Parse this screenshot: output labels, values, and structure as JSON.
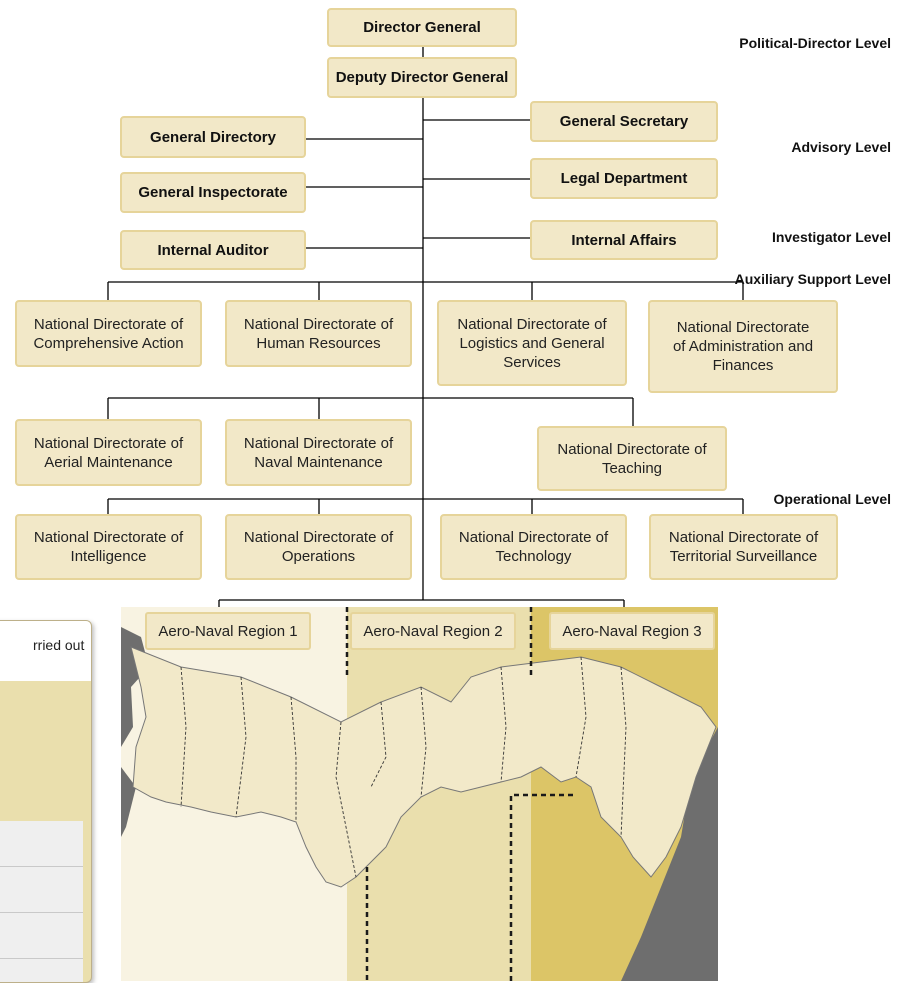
{
  "levels": {
    "political": "Political-Director Level",
    "advisory": "Advisory Level",
    "investigator": "Investigator Level",
    "auxiliary": "Auxiliary Support Level",
    "operational": "Operational Level"
  },
  "top": {
    "director": "Director General",
    "deputy": "Deputy Director General"
  },
  "left_units": {
    "general_directory": "General Directory",
    "general_inspectorate": "General Inspectorate",
    "internal_auditor": "Internal Auditor"
  },
  "right_units": {
    "general_secretary": "General Secretary",
    "legal_department": "Legal Department",
    "internal_affairs": "Internal Affairs"
  },
  "auxiliary": [
    [
      "National Directorate of",
      "Comprehensive Action"
    ],
    [
      "National Directorate of",
      "Human Resources"
    ],
    [
      "National Directorate of",
      "Logistics and General",
      "Services"
    ],
    [
      "National Directorate",
      "of Administration and",
      "Finances"
    ]
  ],
  "support": [
    [
      "National Directorate of",
      "Aerial Maintenance"
    ],
    [
      "National Directorate of",
      "Naval Maintenance"
    ],
    [
      "National Directorate of",
      "Teaching"
    ]
  ],
  "operational": [
    [
      "National Directorate of",
      "Intelligence"
    ],
    [
      "National Directorate of",
      "Operations"
    ],
    [
      "National Directorate of",
      "Technology"
    ],
    [
      "National Directorate of",
      "Territorial Surveillance"
    ]
  ],
  "regions": [
    "Aero-Naval Region 1",
    "Aero-Naval Region 2",
    "Aero-Naval Region 3"
  ],
  "side_panel": {
    "text": "rried out"
  },
  "colors": {
    "box_fill": "#f2e8c8",
    "box_border": "#e6d49a",
    "region1": "#f8f3e2",
    "region2": "#eadfad",
    "region3": "#dcc567",
    "land": "#f2e9c9",
    "sea_gray": "#6e6e6e"
  }
}
